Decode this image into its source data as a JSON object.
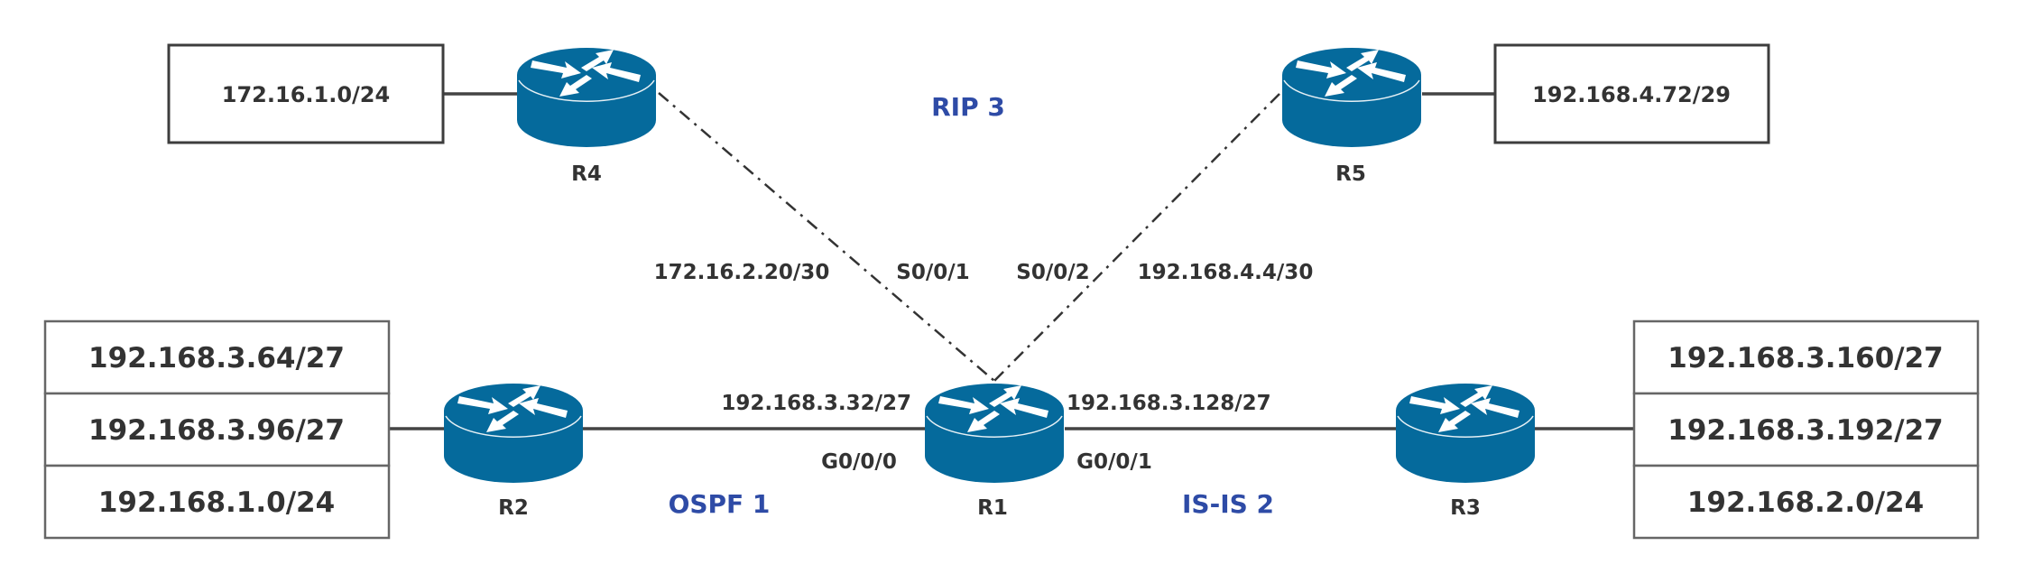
{
  "colors": {
    "router": "#056a9c",
    "router_highlight": "#ffffff",
    "protocol_label": "#2e4ba6",
    "text": "#333333"
  },
  "routers": {
    "r1": {
      "label": "R1"
    },
    "r2": {
      "label": "R2"
    },
    "r3": {
      "label": "R3"
    },
    "r4": {
      "label": "R4"
    },
    "r5": {
      "label": "R5"
    }
  },
  "networks": {
    "r4_lan": "172.16.1.0/24",
    "r5_lan": "192.168.4.72/29",
    "r2_lans": [
      "192.168.3.64/27",
      "192.168.3.96/27",
      "192.168.1.0/24"
    ],
    "r3_lans": [
      "192.168.3.160/27",
      "192.168.3.192/27",
      "192.168.2.0/24"
    ]
  },
  "links": {
    "r1_r4": {
      "subnet": "172.16.2.20/30",
      "r1_interface": "S0/0/1",
      "type": "serial"
    },
    "r1_r5": {
      "subnet": "192.168.4.4/30",
      "r1_interface": "S0/0/2",
      "type": "serial"
    },
    "r1_r2": {
      "subnet": "192.168.3.32/27",
      "r1_interface": "G0/0/0",
      "type": "ethernet"
    },
    "r1_r3": {
      "subnet": "192.168.3.128/27",
      "r1_interface": "G0/0/1",
      "type": "ethernet"
    }
  },
  "protocols": {
    "rip": "RIP 3",
    "ospf": "OSPF 1",
    "isis": "IS-IS 2"
  }
}
